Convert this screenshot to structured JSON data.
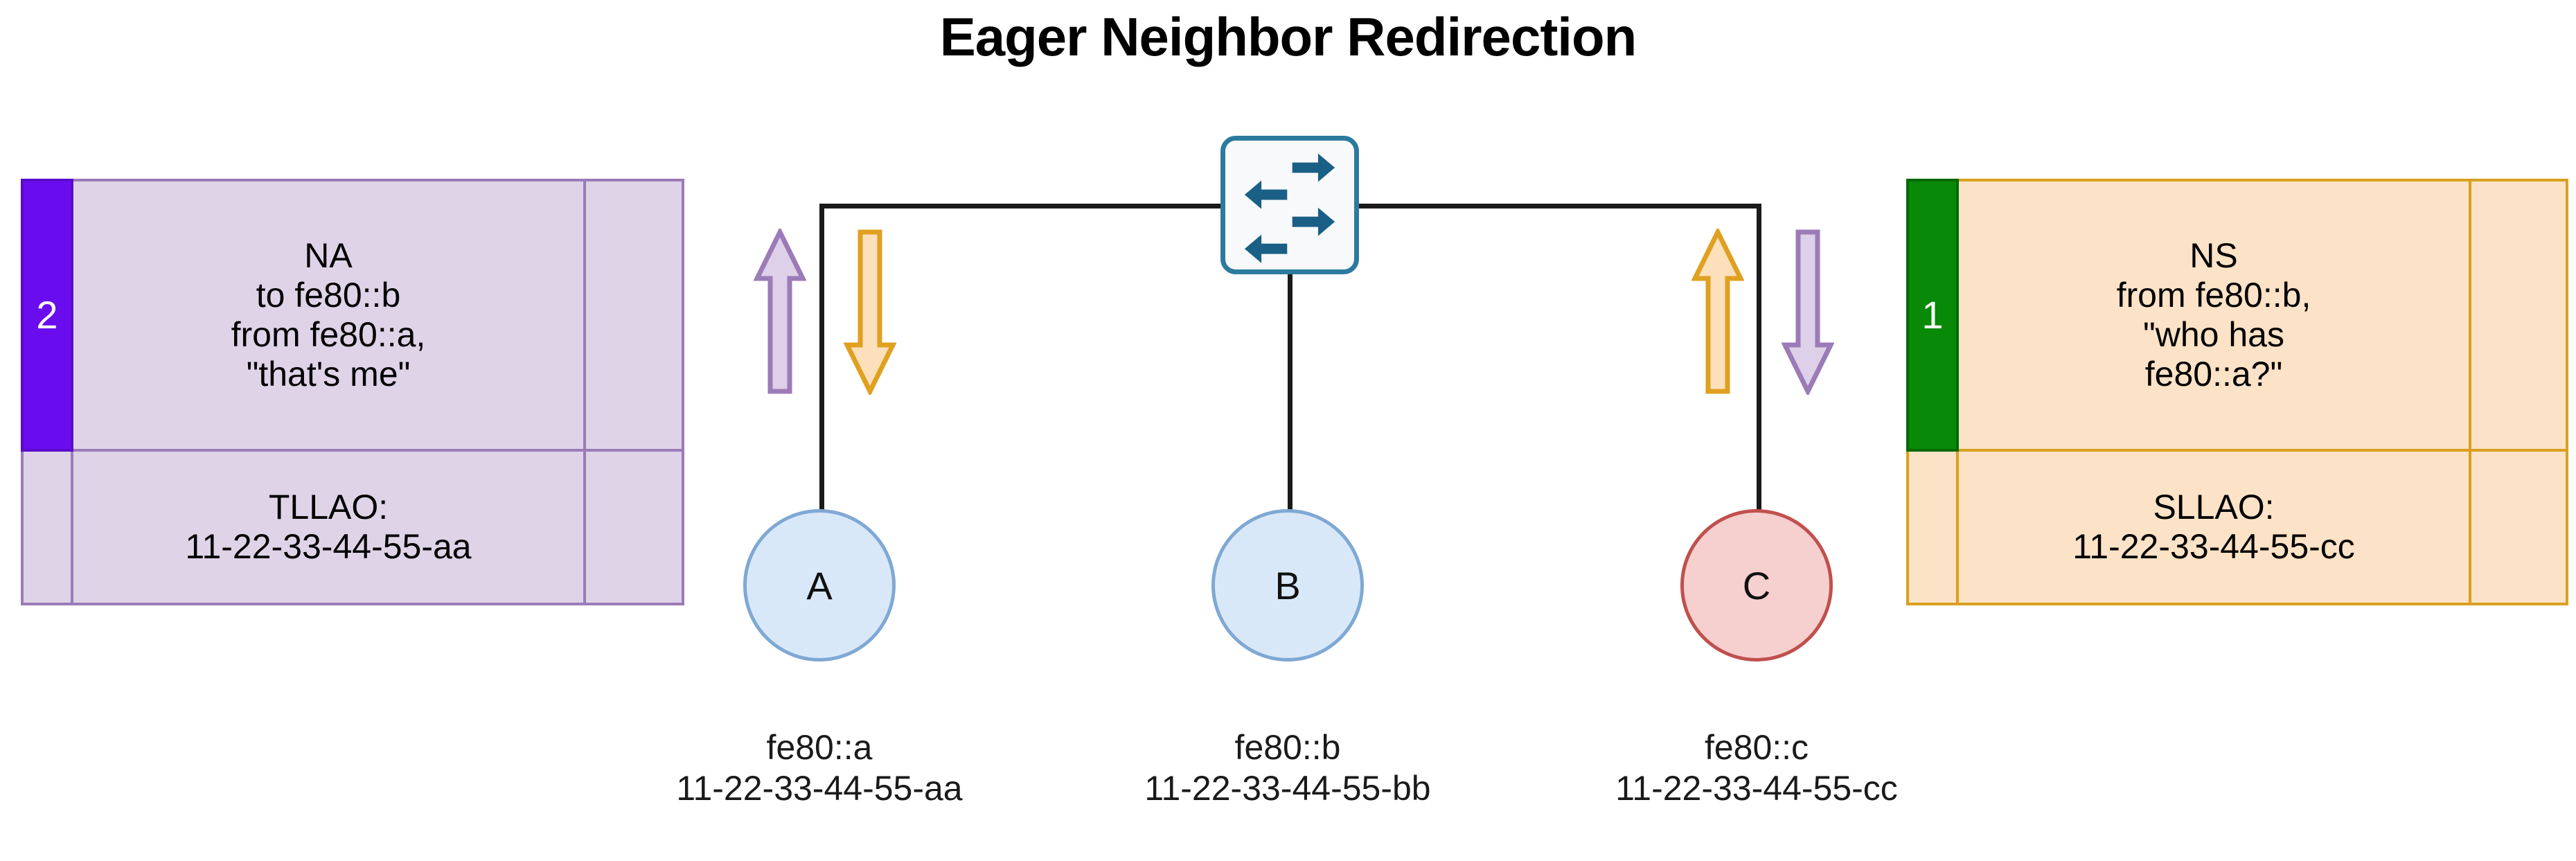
{
  "title": "Eager Neighbor Redirection",
  "left_message": {
    "badge": "2",
    "header_lines": "NA\nto fe80::b\nfrom fe80::a,\n\"that's me\"",
    "option_lines": "TLLAO:\n11-22-33-44-55-aa",
    "fill_color": "#DFD3E8",
    "border_color": "#9B7BB8",
    "badge_color": "#6A0DEE"
  },
  "right_message": {
    "badge": "1",
    "header_lines": "NS\nfrom fe80::b,\n\"who has\nfe80::a?\"",
    "option_lines": "SLLAO:\n11-22-33-44-55-cc",
    "fill_color": "#FCE2C6",
    "border_color": "#D9A01F",
    "badge_color": "#088A08"
  },
  "switch": {
    "icon": "network-switch-icon",
    "border_color": "#2C7A9E",
    "arrow_color": "#1A5F85"
  },
  "nodes": [
    {
      "label": "A",
      "ip": "fe80::a",
      "mac": "11-22-33-44-55-aa",
      "fill_color": "#D9E8F8",
      "border_color": "#7FA8D4"
    },
    {
      "label": "B",
      "ip": "fe80::b",
      "mac": "11-22-33-44-55-bb",
      "fill_color": "#D9E8F8",
      "border_color": "#7FA8D4"
    },
    {
      "label": "C",
      "ip": "fe80::c",
      "mac": "11-22-33-44-55-cc",
      "fill_color": "#F6CFCF",
      "border_color": "#C0504D"
    }
  ],
  "arrows": [
    {
      "name": "na-up-from-a",
      "direction": "up",
      "fill": "#DED0E8",
      "stroke": "#9B7BB8"
    },
    {
      "name": "ns-down-to-a",
      "direction": "down",
      "fill": "#FCE0BC",
      "stroke": "#E0A020"
    },
    {
      "name": "ns-up-from-c",
      "direction": "up",
      "fill": "#FCE0BC",
      "stroke": "#E0A020"
    },
    {
      "name": "na-down-to-c",
      "direction": "down",
      "fill": "#DED0E8",
      "stroke": "#9B7BB8"
    }
  ]
}
